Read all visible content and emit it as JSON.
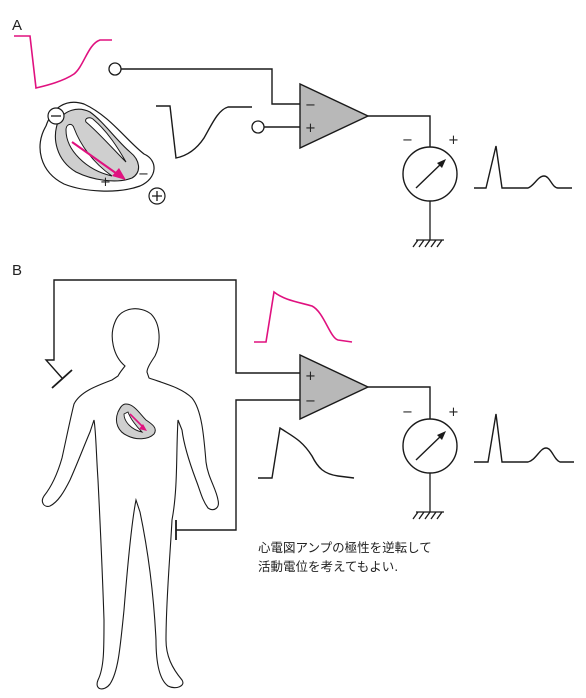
{
  "panel_a": {
    "label": "A",
    "amp_minus": "−",
    "amp_plus": "+",
    "meter_minus": "−",
    "meter_plus": "+",
    "heart_plus": "+",
    "heart_minus": "−"
  },
  "panel_b": {
    "label": "B",
    "amp_plus": "+",
    "amp_minus": "−",
    "meter_minus": "−",
    "meter_plus": "+",
    "note_line1": "心電図アンプの極性を逆転して",
    "note_line2": "活動電位を考えてもよい."
  },
  "colors": {
    "accent": "#e0117f",
    "amp_fill": "#b8b8b8",
    "heart_fill": "#cfcfcf",
    "line": "#1a1a1a"
  }
}
